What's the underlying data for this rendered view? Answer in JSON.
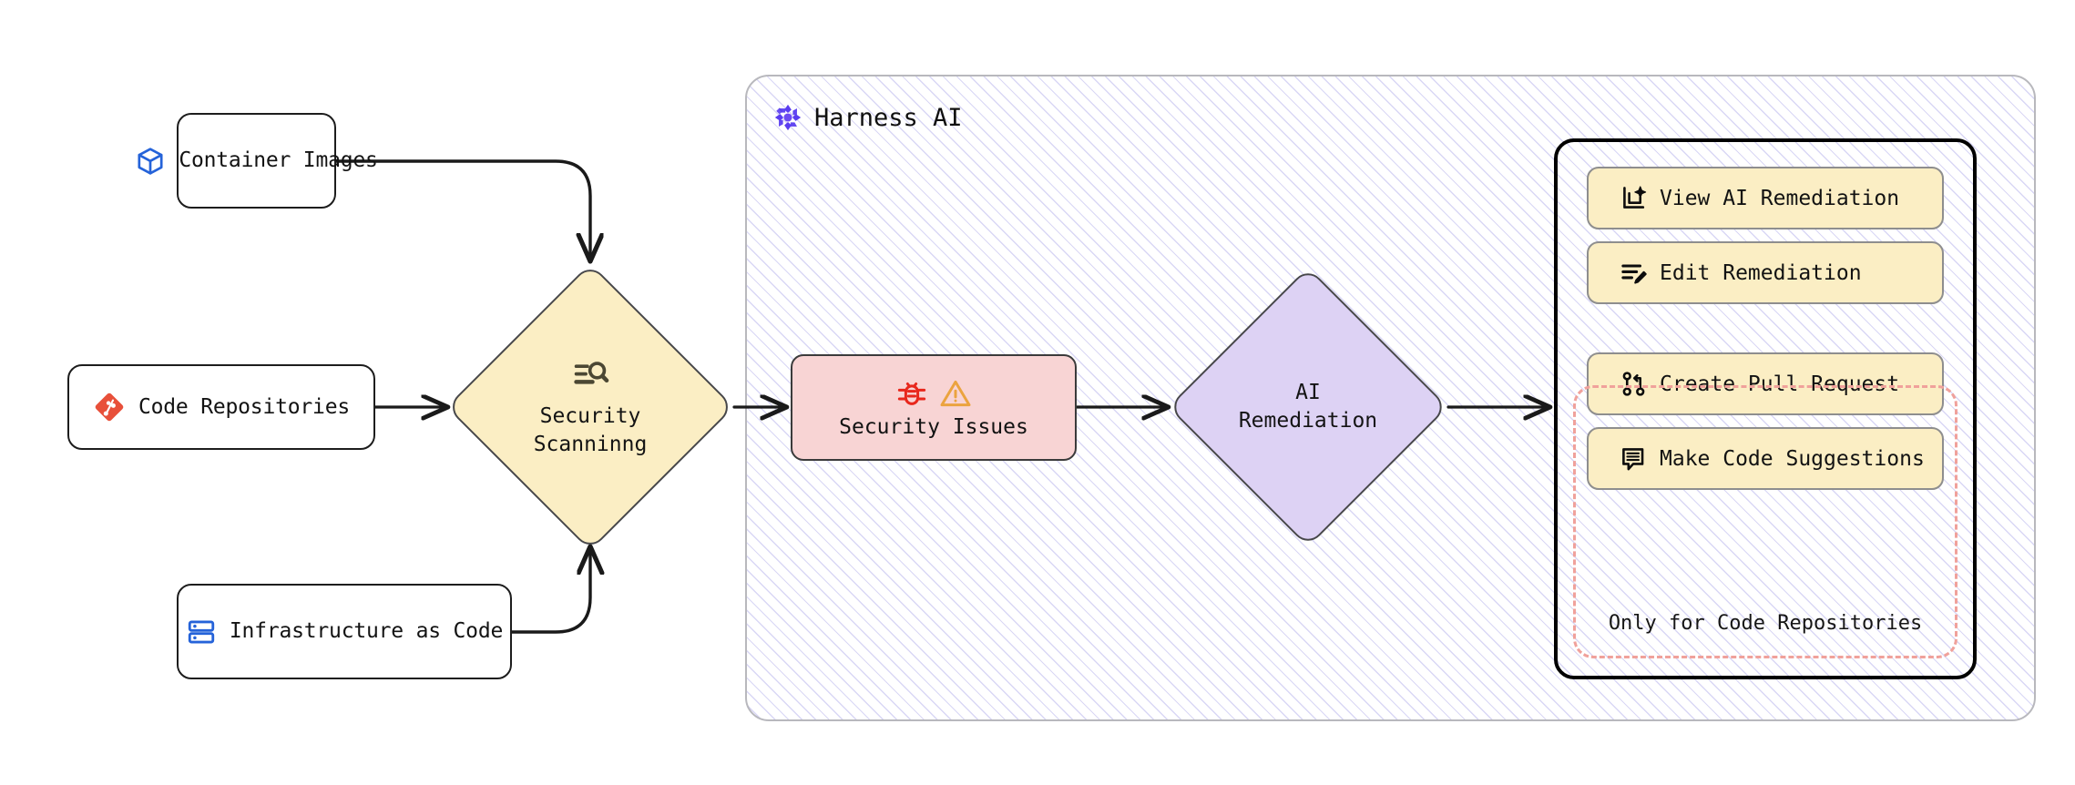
{
  "diagram": {
    "title": "Harness AI Security Remediation Flow",
    "colors": {
      "yellow_fill": "#fbeec4",
      "purple_fill": "#ddd2f4",
      "pink_fill": "#f8d4d4",
      "hatch_line": "#d9d7f5",
      "dashed_border": "#f0a19b",
      "node_border": "#1d1d1d",
      "container_border": "#b8b8bd",
      "harness_purple": "#5a3df0",
      "git_red": "#e8503a",
      "cube_blue": "#2563d9",
      "server_blue": "#2563d9",
      "bug_red": "#e8271c",
      "warning_orange": "#eba33f"
    }
  },
  "sources": [
    {
      "id": "container-images",
      "label": "Container Images",
      "icon": "cube-icon"
    },
    {
      "id": "code-repositories",
      "label": "Code Repositories",
      "icon": "git-icon"
    },
    {
      "id": "infrastructure-as-code",
      "label": "Infrastructure as Code",
      "icon": "server-icon"
    }
  ],
  "scanning": {
    "label_line1": "Security",
    "label_line2": "Scanninng",
    "icon": "scan-search-icon"
  },
  "issues": {
    "label": "Security Issues",
    "icons": [
      "bug-icon",
      "warning-triangle-icon"
    ]
  },
  "harness": {
    "title": "Harness AI",
    "logo": "harness-logo-icon"
  },
  "remediation": {
    "label_line1": "AI",
    "label_line2": "Remediation"
  },
  "actions": {
    "items": [
      {
        "id": "view-ai-remediation",
        "label": "View AI Remediation",
        "icon": "sparkle-frame-icon"
      },
      {
        "id": "edit-remediation",
        "label": "Edit Remediation",
        "icon": "list-pencil-icon"
      },
      {
        "id": "create-pull-request",
        "label": "Create Pull Request",
        "icon": "pull-request-icon"
      },
      {
        "id": "make-code-suggestions",
        "label": "Make Code Suggestions",
        "icon": "comment-lines-icon"
      }
    ],
    "restriction_note": "Only for Code Repositories"
  }
}
